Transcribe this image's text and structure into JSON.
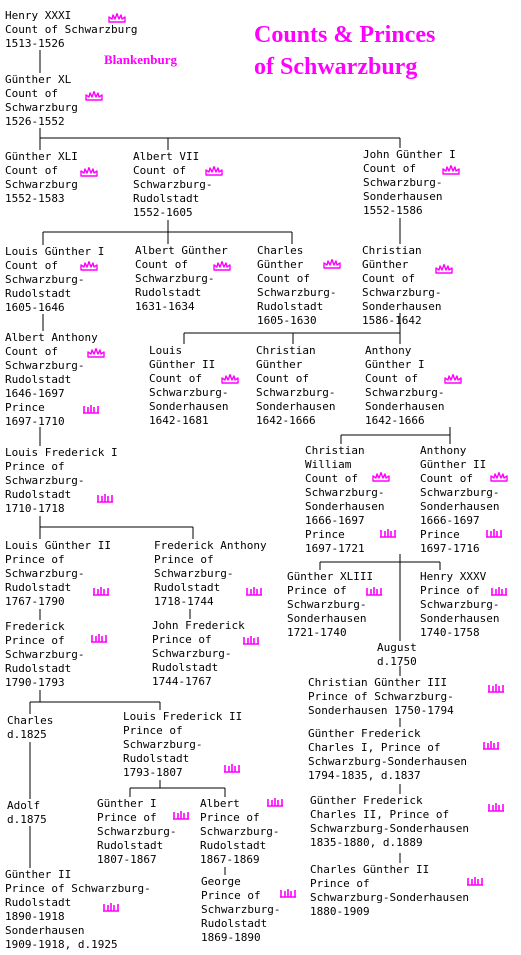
{
  "title_line1": "Counts & Princes",
  "title_line2": "of Schwarzburg",
  "blankenburg_label": "Blankenburg",
  "accent_color": "#ff00ff",
  "line_color": "#000000",
  "crown_icon": "count-crown-icon",
  "prince_crown_icon": "prince-crown-icon",
  "people": {
    "henry_xxxi": "Henry XXXI\nCount of Schwarzburg\n1513-1526",
    "gunther_xl": "Günther XL\nCount of\nSchwarzburg\n1526-1552",
    "gunther_xli": "Günther XLI\nCount of\nSchwarzburg\n1552-1583",
    "albert_vii": "Albert VII\nCount of\nSchwarzburg-\nRudolstadt\n1552-1605",
    "john_gunther_i": "John Günther I\nCount of\nSchwarzburg-\nSonderhausen\n1552-1586",
    "louis_gunther_i": "Louis Günther I\nCount of\nSchwarzburg-\nRudolstadt\n1605-1646",
    "albert_gunther": "Albert Günther\nCount of\nSchwarzburg-\nRudolstadt\n1631-1634",
    "charles_gunther": "Charles\nGünther\nCount of\nSchwarzburg-\nRudolstadt\n1605-1630",
    "christian_gunther_i": "Christian\nGünther\nCount of\nSchwarzburg-\nSonderhausen\n1586-1642",
    "albert_anthony": "Albert Anthony\nCount of\nSchwarzburg-\nRudolstadt\n1646-1697\nPrince\n1697-1710",
    "louis_gunther_ii_s": "Louis\nGünther II\nCount of\nSchwarzburg-\nSonderhausen\n1642-1681",
    "christian_gunther_ii": "Christian\nGünther\nCount of\nSchwarzburg-\nSonderhausen\n1642-1666",
    "anthony_gunther_i": "Anthony\nGünther I\nCount of\nSchwarzburg-\nSonderhausen\n1642-1666",
    "louis_frederick_i": "Louis Frederick I\nPrince of\nSchwarzburg-\nRudolstadt\n1710-1718",
    "christian_william": "Christian\nWilliam\nCount of\nSchwarzburg-\nSonderhausen\n1666-1697\nPrince\n1697-1721",
    "anthony_gunther_ii": "Anthony\nGünther II\nCount of\nSchwarzburg-\nSonderhausen\n1666-1697\nPrince\n1697-1716",
    "louis_gunther_ii_r": "Louis Günther II\nPrince of\nSchwarzburg-\nRudolstadt\n1767-1790",
    "frederick_anthony": "Frederick Anthony\nPrince of\nSchwarzburg-\nRudolstadt\n1718-1744",
    "gunther_xliii": "Günther XLIII\nPrince of\nSchwarzburg-\nSonderhausen\n1721-1740",
    "henry_xxxv": "Henry XXXV\nPrince of\nSchwarzburg-\nSonderhausen\n1740-1758",
    "frederick": "Frederick\nPrince of\nSchwarzburg-\nRudolstadt\n1790-1793",
    "john_frederick": "John Frederick\nPrince of\nSchwarzburg-\nRudolstadt\n1744-1767",
    "august": "August\nd.1750",
    "christian_gunther_iii": "Christian Günther III\nPrince of Schwarzburg-\nSonderhausen 1750-1794",
    "charles": "Charles\nd.1825",
    "louis_frederick_ii": "Louis Frederick II\nPrince of\nSchwarzburg-\nRudolstadt\n1793-1807",
    "gunther_frederick_charles_i": "Günther Frederick\nCharles I, Prince of\nSchwarzburg-Sonderhausen\n1794-1835, d.1837",
    "adolf": "Adolf\nd.1875",
    "gunther_i": "Günther I\nPrince of\nSchwarzburg-\nRudolstadt\n1807-1867",
    "albert": "Albert\nPrince of\nSchwarzburg-\nRudolstadt\n1867-1869",
    "gunther_frederick_charles_ii": "Günther Frederick\nCharles II, Prince of\nSchwarzburg-Sonderhausen\n1835-1880, d.1889",
    "george": "George\nPrince of\nSchwarzburg-\nRudolstadt\n1869-1890",
    "charles_gunther_ii": "Charles Günther II\nPrince of\nSchwarzburg-Sonderhausen\n1880-1909",
    "gunther_ii": "Günther II\nPrince of Schwarzburg-\nRudolstadt\n1890-1918\nSonderhausen\n1909-1918, d.1925"
  }
}
